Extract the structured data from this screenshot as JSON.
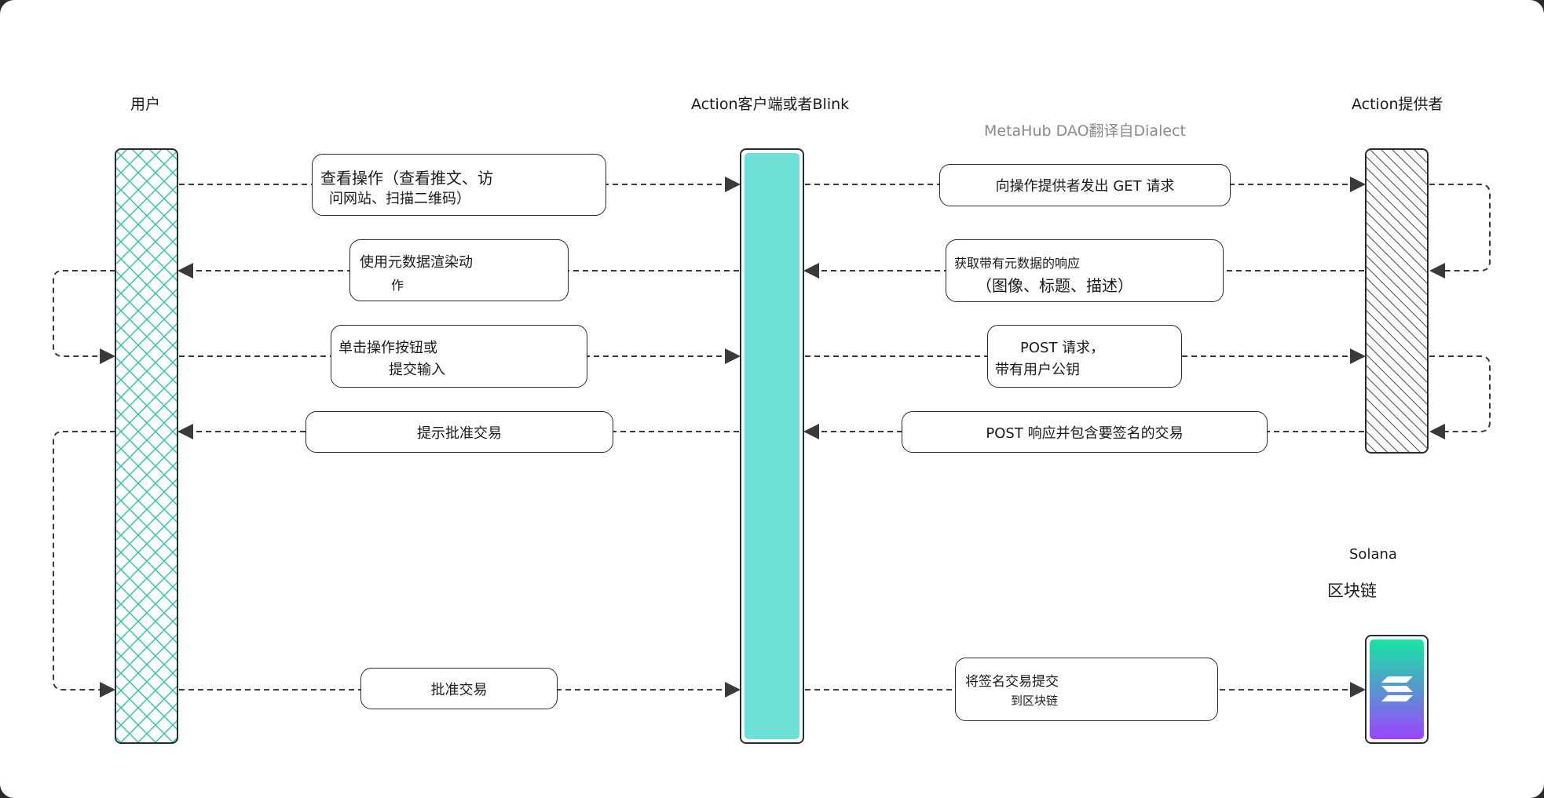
{
  "lanes": {
    "user": "用户",
    "client": "Action客户端或者Blink",
    "provider": "Action提供者"
  },
  "credit": "MetaHub DAO翻译自Dialect",
  "blockchain": {
    "line1": "Solana",
    "line2": "区块链"
  },
  "messages": {
    "view_action": [
      "查看操作（查看推文、访",
      "问网站、扫描二维码）"
    ],
    "render_action": [
      "使用元数据渲染动",
      "作"
    ],
    "click_submit": [
      "单击操作按钮或",
      "提交输入"
    ],
    "prompt_approve": "提示批准交易",
    "approve_tx": "批准交易",
    "get_request": "向操作提供者发出 GET 请求",
    "metadata_response": [
      "获取带有元数据的响应",
      "（图像、标题、描述）"
    ],
    "post_request": [
      "POST 请求，",
      "带有用户公钥"
    ],
    "post_response": "POST 响应并包含要签名的交易",
    "submit_tx": [
      "将签名交易提交",
      "到区块链"
    ]
  },
  "colors": {
    "client_bar": "#6ee0d7",
    "user_hatch": "#27c4a8",
    "provider_hatch": "#555555",
    "line": "#3a3a3a",
    "solana_top": "#17e6a1",
    "solana_bottom": "#9a45ff"
  }
}
